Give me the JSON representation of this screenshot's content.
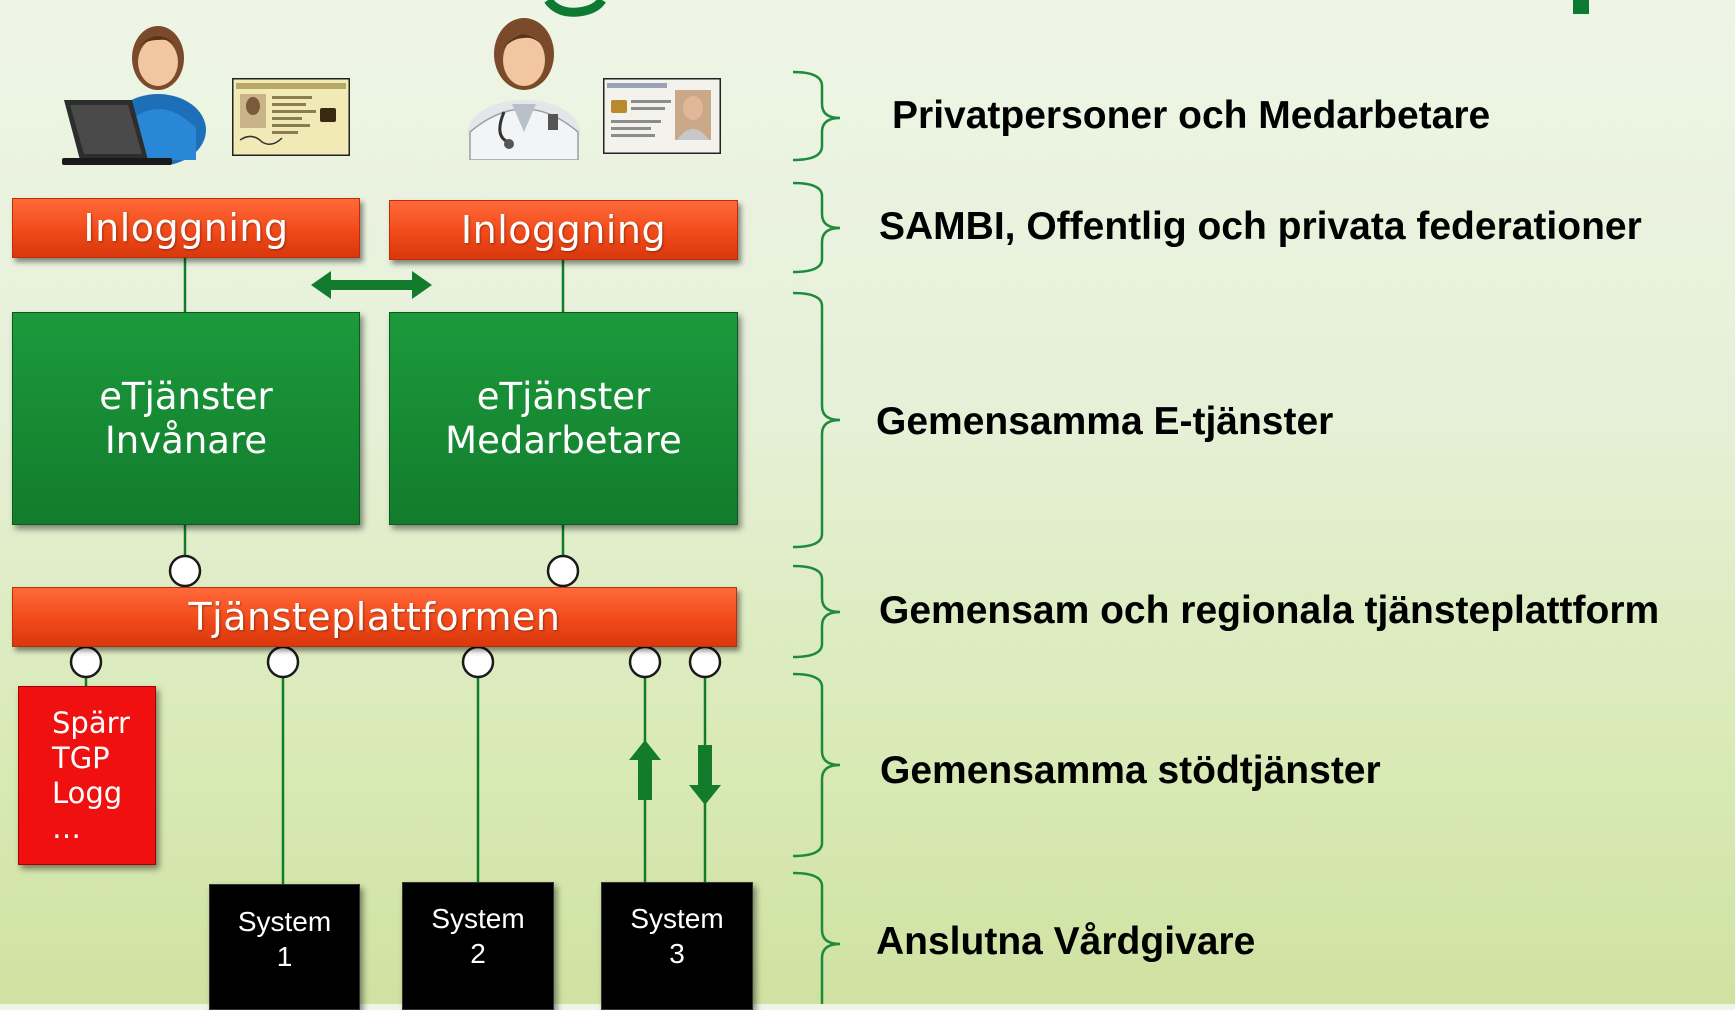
{
  "actors": [
    {
      "name": "private-person"
    },
    {
      "name": "medical-staff"
    }
  ],
  "login": [
    {
      "label": "Inloggning"
    },
    {
      "label": "Inloggning"
    }
  ],
  "eservices": [
    {
      "line1": "eTjänster",
      "line2": "Invånare"
    },
    {
      "line1": "eTjänster",
      "line2": "Medarbetare"
    }
  ],
  "platform": {
    "label": "Tjänsteplattformen"
  },
  "support": {
    "lines": [
      "Spärr",
      "TGP",
      "Logg",
      "…"
    ]
  },
  "systems": [
    {
      "line1": "System",
      "line2": "1"
    },
    {
      "line1": "System",
      "line2": "2"
    },
    {
      "line1": "System",
      "line2": "3"
    }
  ],
  "layers": [
    {
      "label": "Privatpersoner och Medarbetare"
    },
    {
      "label": "SAMBI, Offentlig och privata federationer"
    },
    {
      "label": "Gemensamma E-tjänster"
    },
    {
      "label": "Gemensam och regionala tjänsteplattform"
    },
    {
      "label": "Gemensamma stödtjänster"
    },
    {
      "label": "Anslutna Vårdgivare"
    }
  ],
  "colors": {
    "login_bar": "#f24a1a",
    "eservice_box": "#127c2c",
    "support_box": "#f01010",
    "system_box": "#000000",
    "connector": "#127c2c"
  }
}
